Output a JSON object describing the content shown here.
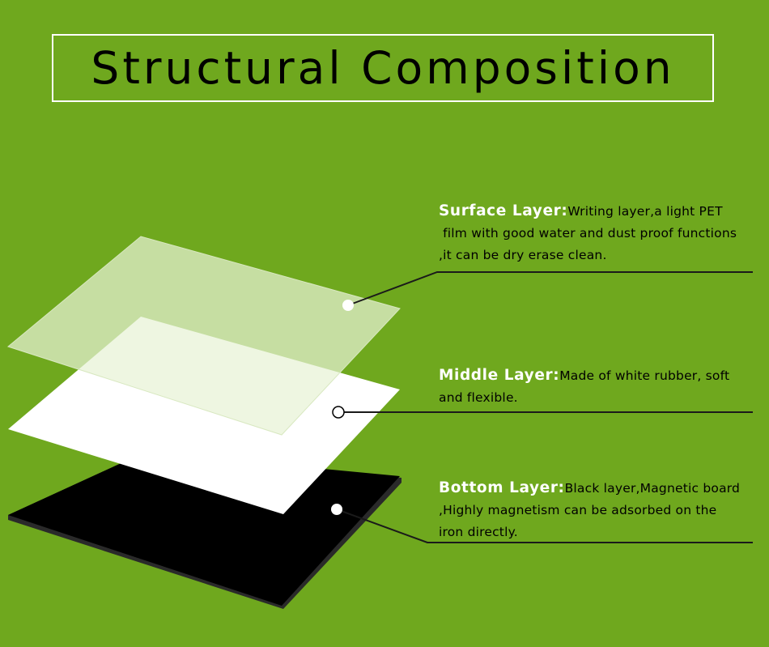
{
  "title": "Structural Composition",
  "colors": {
    "background": "#6fa81e",
    "title_border": "#ffffff",
    "label_text": "#ffffff",
    "body_text": "#000000",
    "surface_layer": "#cfe3b0",
    "middle_layer": "#ffffff",
    "bottom_layer": "#000000",
    "leader_line": "#1a1a1a"
  },
  "layers": [
    {
      "id": "surface",
      "label": "Surface Layer:",
      "lines": [
        "Writing layer,a light PET",
        " film with good water and dust proof functions",
        ",it can be dry erase clean."
      ]
    },
    {
      "id": "middle",
      "label": "Middle Layer:",
      "lines": [
        "Made of white rubber, soft",
        "and flexible."
      ]
    },
    {
      "id": "bottom",
      "label": "Bottom Layer:",
      "lines": [
        "Black layer,Magnetic board",
        ",Highly magnetism can be adsorbed on the",
        "iron directly."
      ]
    }
  ]
}
